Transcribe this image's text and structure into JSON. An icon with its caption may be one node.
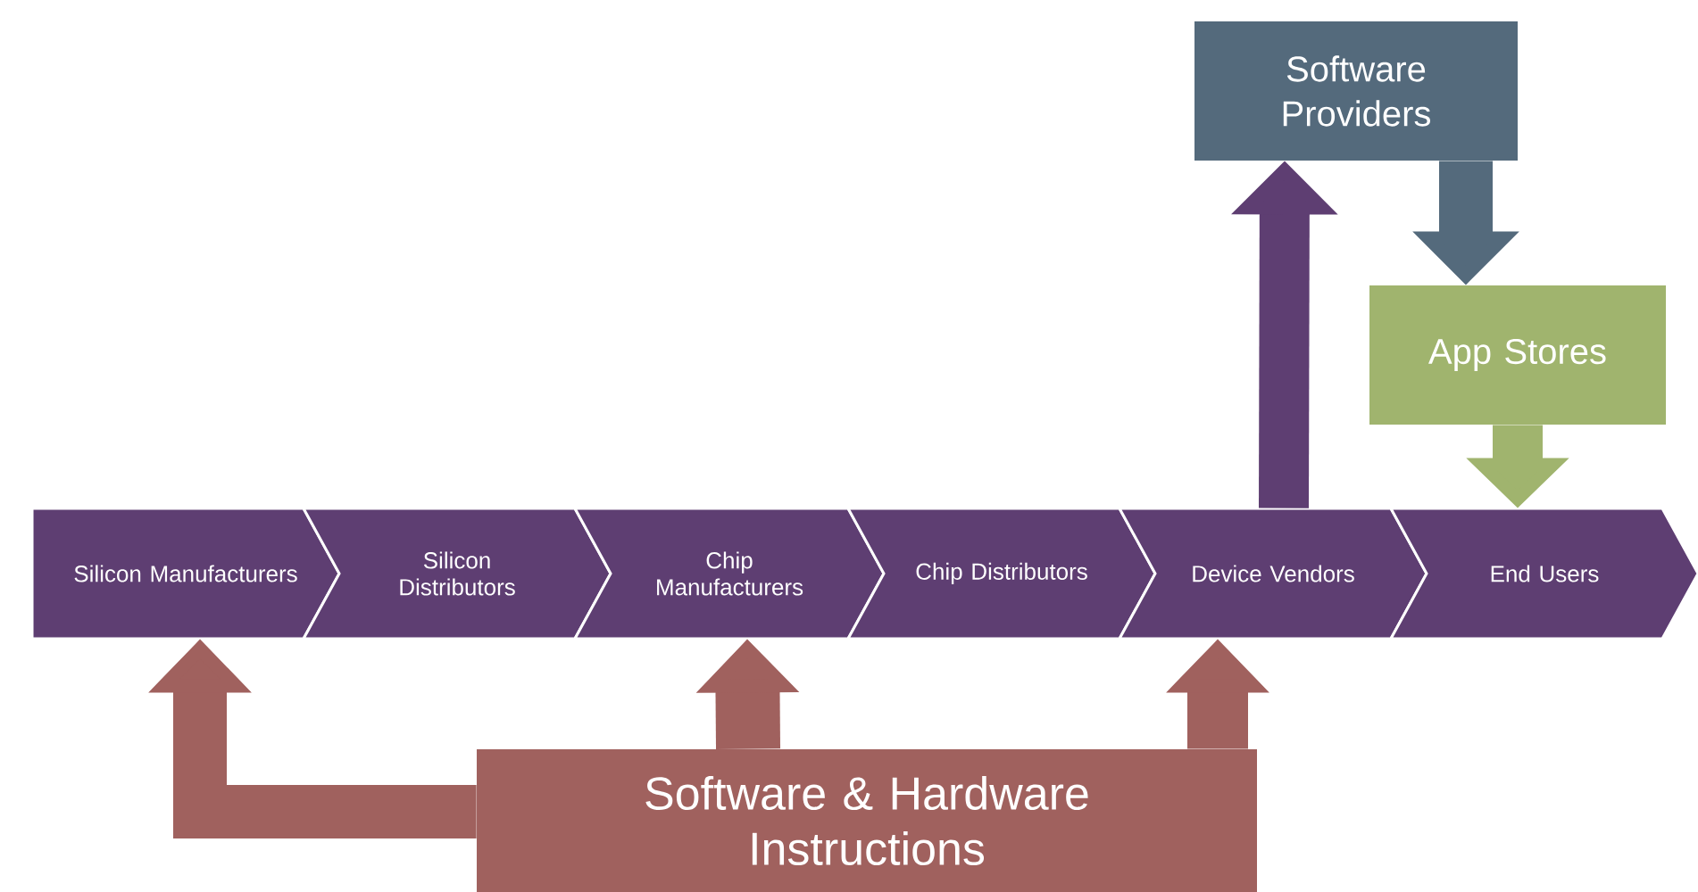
{
  "diagram": {
    "nodes": [
      {
        "text": [
          "Silicon Manufacturers"
        ]
      },
      {
        "text": [
          "Silicon Distributors"
        ]
      },
      {
        "text": [
          "Chip Manufacturers"
        ]
      },
      {
        "text": [
          "Chip Distributors"
        ]
      },
      {
        "text": [
          "Device Vendors"
        ]
      },
      {
        "text": [
          "End Users"
        ]
      },
      {
        "text": [
          "Software Providers"
        ]
      },
      {
        "text": [
          "App Stores"
        ]
      },
      {
        "text": [
          "Software & Hardware Instructions"
        ]
      }
    ],
    "edges": [
      {
        "from": 4,
        "to": 6,
        "arrow": "to",
        "color": "#5e3e72"
      },
      {
        "from": 6,
        "to": 7,
        "arrow": "to",
        "color": "#546a7c"
      },
      {
        "from": 7,
        "to": 5,
        "arrow": "to",
        "color": "#a0b46e"
      },
      {
        "from": 8,
        "to": 0,
        "arrow": "to"
      },
      {
        "from": 8,
        "to": 2,
        "arrow": "to"
      },
      {
        "from": 8,
        "to": 4,
        "arrow": "to"
      }
    ]
  }
}
